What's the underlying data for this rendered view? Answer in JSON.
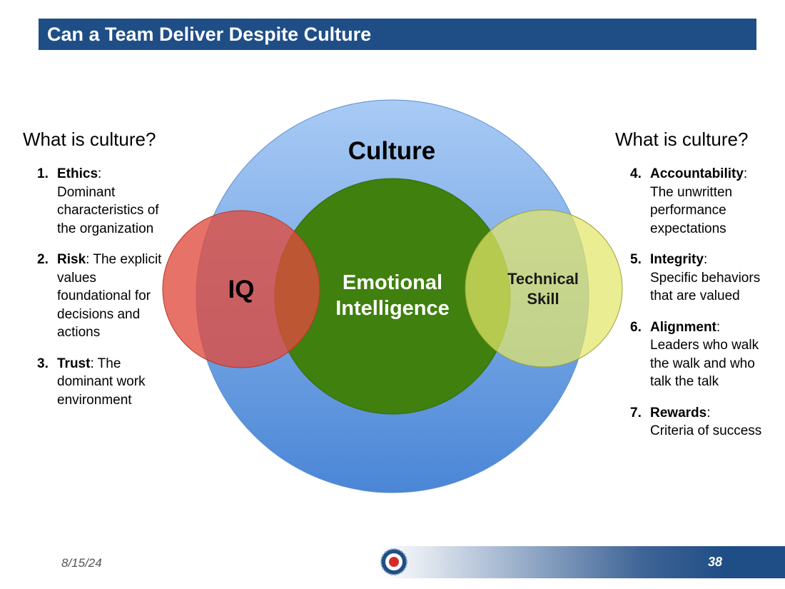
{
  "title": "Can a Team Deliver Despite Culture",
  "left": {
    "heading": "What is culture?",
    "items": [
      {
        "num": "1.",
        "term": "Ethics",
        "desc": "Dominant characteristics of the organization"
      },
      {
        "num": "2.",
        "term": "Risk",
        "desc": "The explicit values foundational for decisions and actions"
      },
      {
        "num": "3.",
        "term": "Trust",
        "desc": "The dominant work environment"
      }
    ]
  },
  "right": {
    "heading": "What is culture?",
    "items": [
      {
        "num": "4.",
        "term": "Accountability",
        "desc": "The unwritten performance expectations"
      },
      {
        "num": "5.",
        "term": "Integrity",
        "desc": "Specific behaviors that are valued"
      },
      {
        "num": "6.",
        "term": "Alignment",
        "desc": "Leaders who walk the walk and who talk the talk"
      },
      {
        "num": "7.",
        "term": "Rewards",
        "desc": "Criteria of success"
      }
    ]
  },
  "diagram": {
    "culture": "Culture",
    "iq": "IQ",
    "ei_line1": "Emotional",
    "ei_line2": "Intelligence",
    "tech_line1": "Technical",
    "tech_line2": "Skill"
  },
  "footer": {
    "date": "8/15/24",
    "page": "38"
  },
  "colors": {
    "title_bar": "#1f4e86",
    "culture_circle": "#7faee8",
    "ei_circle": "#3f7f0f",
    "iq_circle": "#e04a3c",
    "tech_circle": "#d9e05a"
  }
}
